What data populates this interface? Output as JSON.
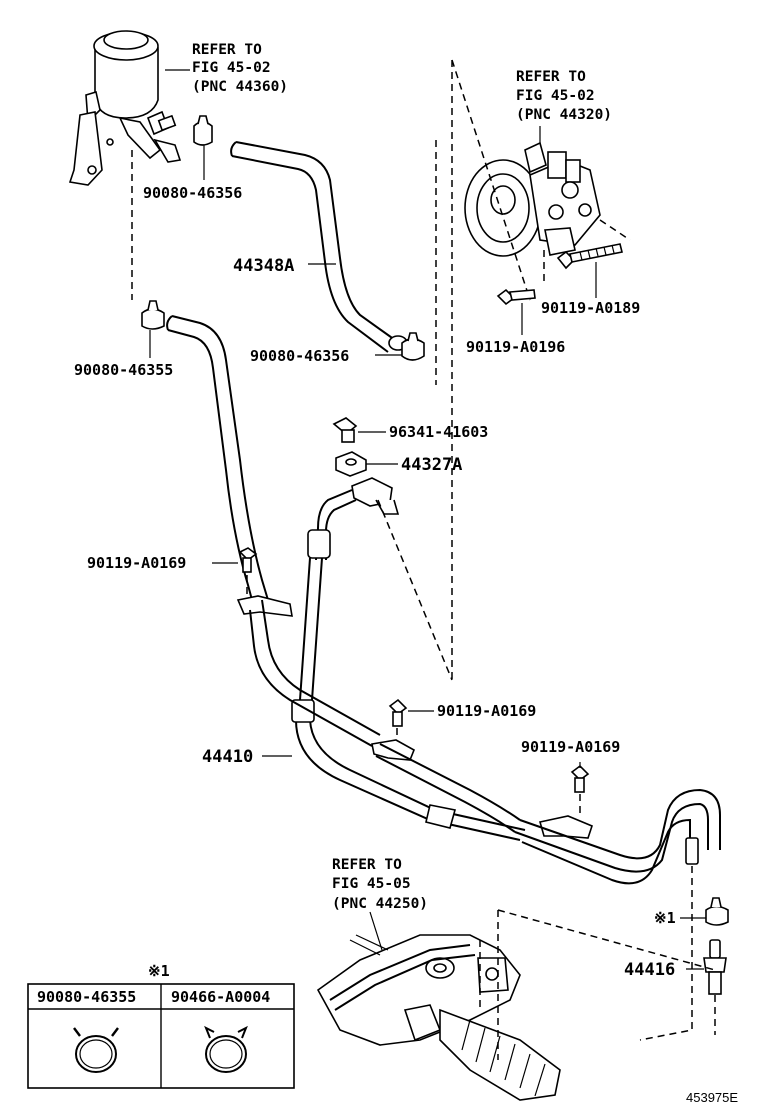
{
  "diagram_id": "453975E",
  "references": [
    {
      "line1": "REFER TO",
      "line2": "FIG 45-02",
      "line3": "(PNC 44360)"
    },
    {
      "line1": "REFER TO",
      "line2": "FIG 45-02",
      "line3": "(PNC 44320)"
    },
    {
      "line1": "REFER TO",
      "line2": "FIG 45-05",
      "line3": "(PNC 44250)"
    }
  ],
  "parts": {
    "clamp_upper": "90080-46356",
    "hose_return": "44348A",
    "clamp_return_lower": "90080-46356",
    "clamp_left": "90080-46355",
    "bolt_pump_long": "90119-A0189",
    "bolt_pump_short": "90119-A0196",
    "union_bolt": "96341-41603",
    "gasket": "44327A",
    "bolt_bracket_left": "90119-A0169",
    "pressure_tube": "44410",
    "bolt_bracket_mid": "90119-A0169",
    "bolt_bracket_right": "90119-A0169",
    "tube_return": "44416"
  },
  "legend": {
    "marker": "※1",
    "columns": [
      "90080-46355",
      "90466-A0004"
    ]
  },
  "marker_label": "※1"
}
